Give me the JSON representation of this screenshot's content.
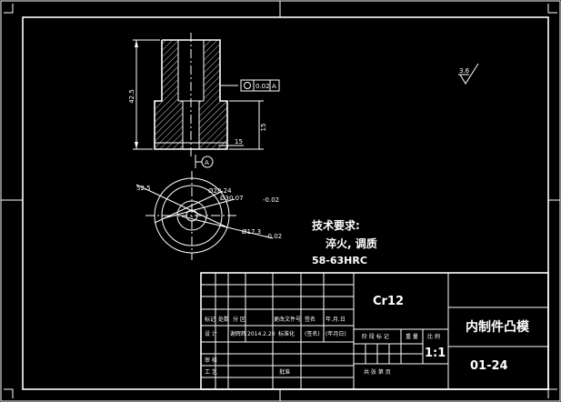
{
  "dims": {
    "height": "42.5",
    "flatness": "0.02",
    "datum": "A",
    "vertical_side": "15",
    "bottom_small": "15",
    "rough": "3.6",
    "r_outer": "52.5",
    "d1": "Ø28.24",
    "d2": "Ø30.07",
    "d2_tol": "-0.02",
    "d3": "Ø17.3",
    "d3_tol": "-0.02"
  },
  "tech": {
    "title": "技术要求:",
    "line1": "淬火, 调质",
    "line2": "58-63HRC"
  },
  "titleblock": {
    "material": "Cr12",
    "part_name": "内制件凸模",
    "drawing_no": "01-24",
    "scale": "1:1",
    "h1": "标记",
    "h2": "处数",
    "h3": "分 区",
    "h4": "更改文件号",
    "h5": "签名",
    "h6": "年.月.日",
    "r1": "设 计",
    "r1b": "谢辉辉",
    "r1c": "2014.2.20",
    "r1d": "标准化",
    "r1e": "(签名)",
    "r1f": "(年月日)",
    "stage": "阶 段 标 记",
    "weight": "重 量",
    "ratio": "比 例",
    "audit": "审 核",
    "process": "工 艺",
    "approve": "批准",
    "sheets": "共    张  第    页"
  }
}
